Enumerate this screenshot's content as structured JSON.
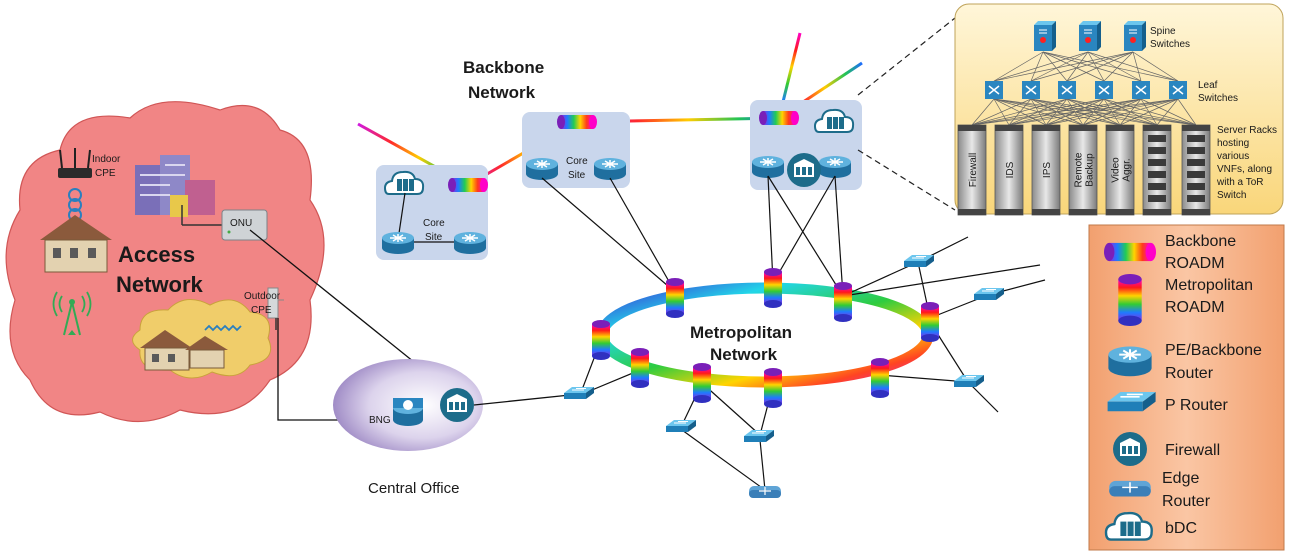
{
  "diagram": {
    "access": {
      "title_line1": "Access",
      "title_line2": "Network",
      "indoor_cpe_line1": "Indoor",
      "indoor_cpe_line2": "CPE",
      "onu": "ONU",
      "outdoor_cpe_line1": "Outdoor",
      "outdoor_cpe_line2": "CPE"
    },
    "backbone": {
      "title_line1": "Backbone",
      "title_line2": "Network",
      "core_site_line1": "Core",
      "core_site_line2": "Site"
    },
    "metro": {
      "title_line1": "Metropolitan",
      "title_line2": "Network"
    },
    "central_office": {
      "label": "Central Office",
      "bng": "BNG"
    },
    "datacenter": {
      "spine_line1": "Spine",
      "spine_line2": "Switches",
      "leaf_line1": "Leaf",
      "leaf_line2": "Switches",
      "racks_lines": [
        "Server Racks",
        "hosting",
        "various",
        "VNFs, along",
        "with a ToR",
        "Switch"
      ],
      "rack_labels": [
        {
          "lines": [
            "Firewall"
          ]
        },
        {
          "lines": [
            "IDS"
          ]
        },
        {
          "lines": [
            "IPS"
          ]
        },
        {
          "lines": [
            "Remote",
            "Backup"
          ]
        },
        {
          "lines": [
            "Video",
            "Aggr."
          ]
        },
        {
          "lines": []
        },
        {
          "lines": []
        }
      ]
    }
  },
  "legend": {
    "items": [
      {
        "icon": "backbone-roadm-icon",
        "lines": [
          "Backbone",
          "ROADM"
        ]
      },
      {
        "icon": "metropolitan-roadm-icon",
        "lines": [
          "Metropolitan",
          "ROADM"
        ]
      },
      {
        "icon": "pe-backbone-router-icon",
        "lines": [
          "PE/Backbone",
          "Router"
        ]
      },
      {
        "icon": "p-router-icon",
        "lines": [
          "P Router"
        ]
      },
      {
        "icon": "firewall-icon",
        "lines": [
          "Firewall"
        ]
      },
      {
        "icon": "edge-router-icon",
        "lines": [
          "Edge",
          "Router"
        ]
      },
      {
        "icon": "bdc-icon",
        "lines": [
          "bDC"
        ]
      }
    ]
  },
  "colors": {
    "access_cloud": "#f07878",
    "legend_bg": "#f6b48c",
    "dc_bg": "#fde9a6",
    "router_blue": "#2f8fc4",
    "firewall_teal": "#1d6c8a",
    "core_site_bg": "#c9d6ec"
  }
}
